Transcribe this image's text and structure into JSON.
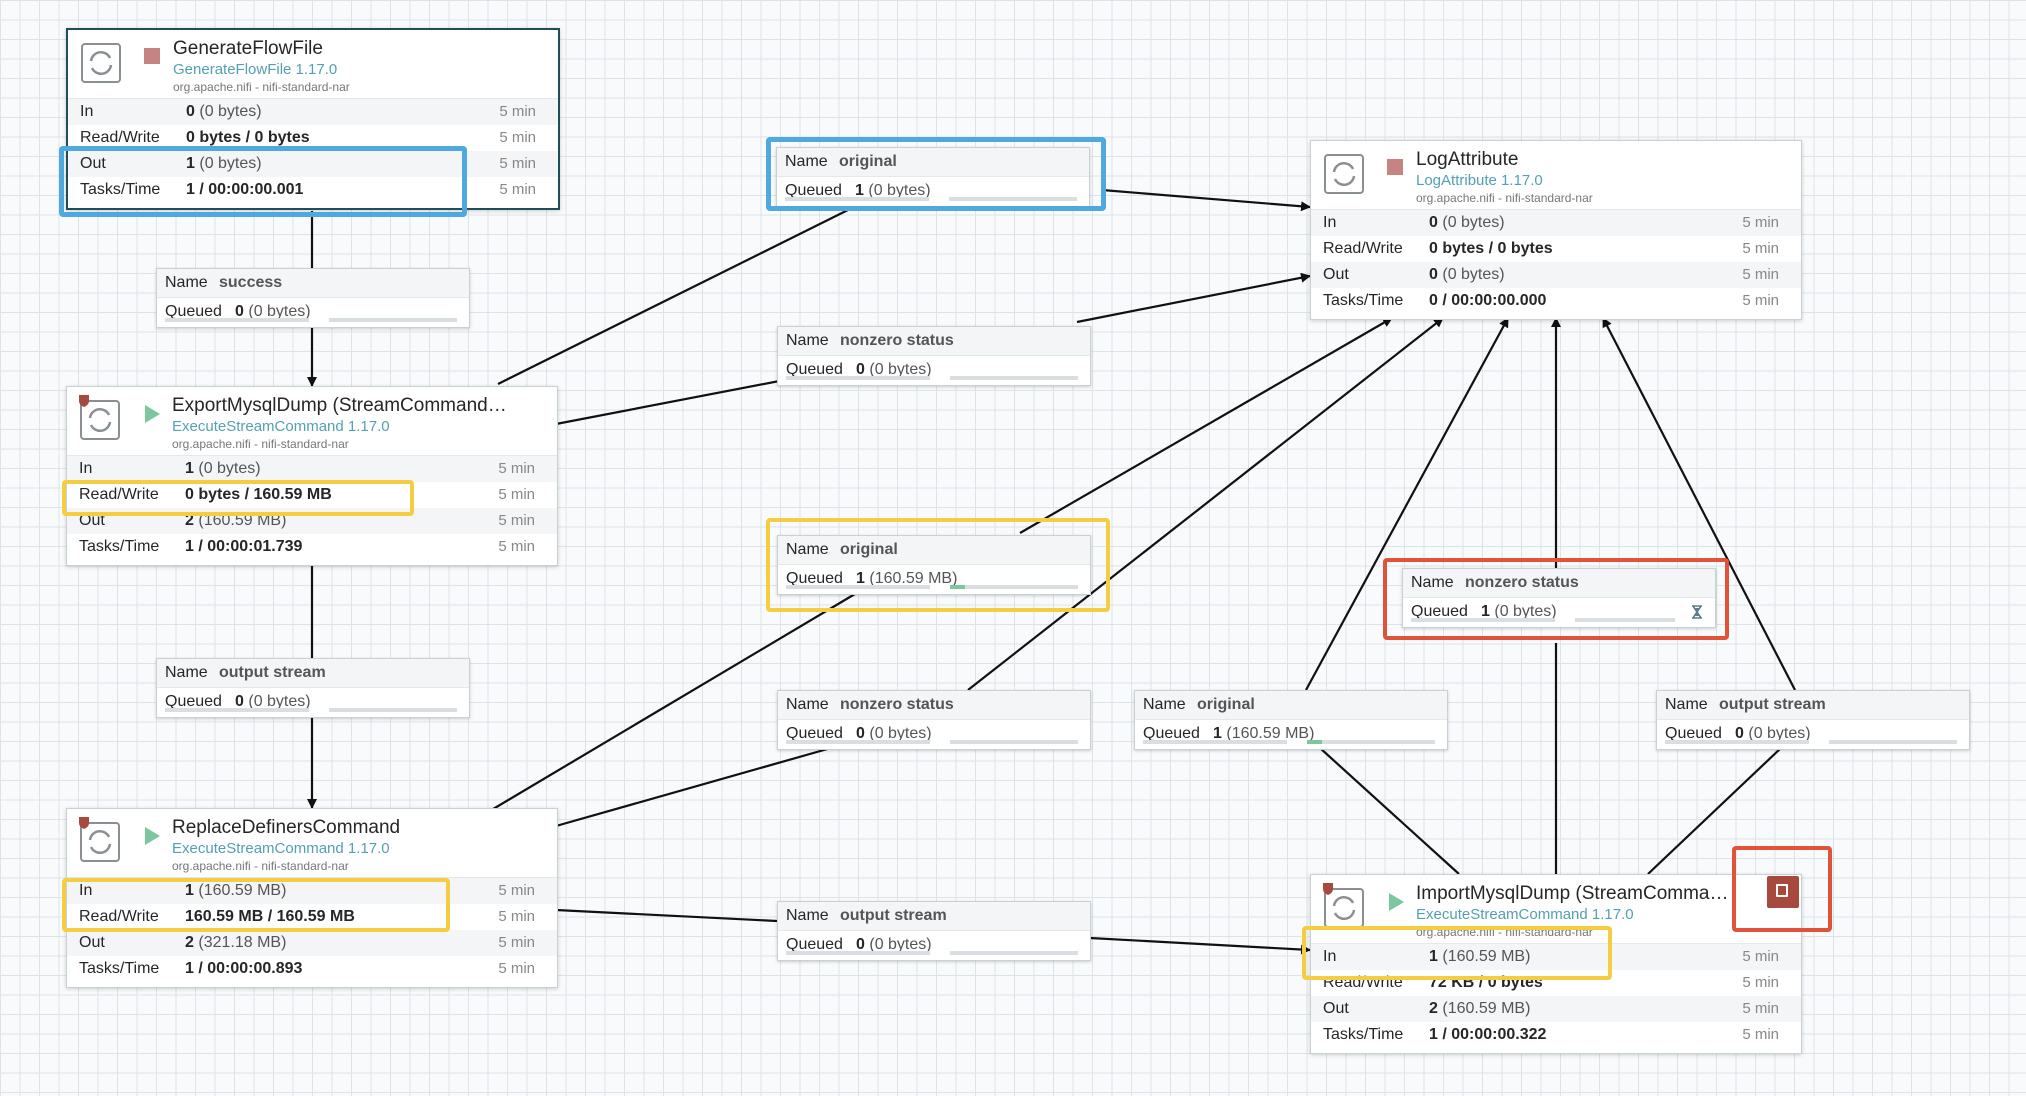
{
  "processors": {
    "generate": {
      "name": "GenerateFlowFile",
      "type": "GenerateFlowFile 1.17.0",
      "bundle": "org.apache.nifi - nifi-standard-nar",
      "state": "stopped",
      "stats": [
        {
          "label": "In",
          "value": "0",
          "sub": "(0 bytes)",
          "time": "5 min"
        },
        {
          "label": "Read/Write",
          "value": "0 bytes / 0 bytes",
          "sub": "",
          "time": "5 min"
        },
        {
          "label": "Out",
          "value": "1",
          "sub": "(0 bytes)",
          "time": "5 min"
        },
        {
          "label": "Tasks/Time",
          "value": "1 / 00:00:00.001",
          "sub": "",
          "time": "5 min"
        }
      ]
    },
    "export": {
      "name": "ExportMysqlDump (StreamCommand…",
      "type": "ExecuteStreamCommand 1.17.0",
      "bundle": "org.apache.nifi - nifi-standard-nar",
      "state": "running",
      "stats": [
        {
          "label": "In",
          "value": "1",
          "sub": "(0 bytes)",
          "time": "5 min"
        },
        {
          "label": "Read/Write",
          "value": "0 bytes / 160.59 MB",
          "sub": "",
          "time": "5 min"
        },
        {
          "label": "Out",
          "value": "2",
          "sub": "(160.59 MB)",
          "time": "5 min"
        },
        {
          "label": "Tasks/Time",
          "value": "1 / 00:00:01.739",
          "sub": "",
          "time": "5 min"
        }
      ]
    },
    "replace": {
      "name": "ReplaceDefinersCommand",
      "type": "ExecuteStreamCommand 1.17.0",
      "bundle": "org.apache.nifi - nifi-standard-nar",
      "state": "running",
      "stats": [
        {
          "label": "In",
          "value": "1",
          "sub": "(160.59 MB)",
          "time": "5 min"
        },
        {
          "label": "Read/Write",
          "value": "160.59 MB / 160.59 MB",
          "sub": "",
          "time": "5 min"
        },
        {
          "label": "Out",
          "value": "2",
          "sub": "(321.18 MB)",
          "time": "5 min"
        },
        {
          "label": "Tasks/Time",
          "value": "1 / 00:00:00.893",
          "sub": "",
          "time": "5 min"
        }
      ]
    },
    "log": {
      "name": "LogAttribute",
      "type": "LogAttribute 1.17.0",
      "bundle": "org.apache.nifi - nifi-standard-nar",
      "state": "stopped",
      "stats": [
        {
          "label": "In",
          "value": "0",
          "sub": "(0 bytes)",
          "time": "5 min"
        },
        {
          "label": "Read/Write",
          "value": "0 bytes / 0 bytes",
          "sub": "",
          "time": "5 min"
        },
        {
          "label": "Out",
          "value": "0",
          "sub": "(0 bytes)",
          "time": "5 min"
        },
        {
          "label": "Tasks/Time",
          "value": "0 / 00:00:00.000",
          "sub": "",
          "time": "5 min"
        }
      ]
    },
    "import": {
      "name": "ImportMysqlDump (StreamComma…",
      "type": "ExecuteStreamCommand 1.17.0",
      "bundle": "org.apache.nifi - nifi-standard-nar",
      "state": "running",
      "stats": [
        {
          "label": "In",
          "value": "1",
          "sub": "(160.59 MB)",
          "time": "5 min"
        },
        {
          "label": "Read/Write",
          "value": "72 KB / 0 bytes",
          "sub": "",
          "time": "5 min"
        },
        {
          "label": "Out",
          "value": "2",
          "sub": "(160.59 MB)",
          "time": "5 min"
        },
        {
          "label": "Tasks/Time",
          "value": "1 / 00:00:00.322",
          "sub": "",
          "time": "5 min"
        }
      ]
    }
  },
  "connections": {
    "success": {
      "name_label": "Name",
      "name": "success",
      "queued_label": "Queued",
      "count": "0",
      "size": "(0 bytes)",
      "fill": 0
    },
    "gen_original": {
      "name_label": "Name",
      "name": "original",
      "queued_label": "Queued",
      "count": "1",
      "size": "(0 bytes)",
      "fill": 0
    },
    "exp_nonzero": {
      "name_label": "Name",
      "name": "nonzero status",
      "queued_label": "Queued",
      "count": "0",
      "size": "(0 bytes)",
      "fill": 0
    },
    "exp_original": {
      "name_label": "Name",
      "name": "original",
      "queued_label": "Queued",
      "count": "1",
      "size": "(160.59 MB)",
      "fill": 0.12
    },
    "exp_output": {
      "name_label": "Name",
      "name": "output stream",
      "queued_label": "Queued",
      "count": "0",
      "size": "(0 bytes)",
      "fill": 0
    },
    "rep_nonzero": {
      "name_label": "Name",
      "name": "nonzero status",
      "queued_label": "Queued",
      "count": "0",
      "size": "(0 bytes)",
      "fill": 0
    },
    "rep_output": {
      "name_label": "Name",
      "name": "output stream",
      "queued_label": "Queued",
      "count": "0",
      "size": "(0 bytes)",
      "fill": 0
    },
    "imp_nonzero": {
      "name_label": "Name",
      "name": "nonzero status",
      "queued_label": "Queued",
      "count": "1",
      "size": "(0 bytes)",
      "fill": 0
    },
    "imp_original": {
      "name_label": "Name",
      "name": "original",
      "queued_label": "Queued",
      "count": "1",
      "size": "(160.59 MB)",
      "fill": 0.12
    },
    "imp_output": {
      "name_label": "Name",
      "name": "output stream",
      "queued_label": "Queued",
      "count": "0",
      "size": "(0 bytes)",
      "fill": 0
    }
  },
  "colors": {
    "highlight_blue": "#4fa8e0",
    "highlight_yellow": "#f4cd42",
    "highlight_red": "#e0533a",
    "running": "#7dc7a0",
    "stopped": "#c58381"
  },
  "icons": [
    "processor-icon",
    "stop-icon",
    "play-icon",
    "restricted-icon",
    "hourglass-icon",
    "comment-icon"
  ]
}
